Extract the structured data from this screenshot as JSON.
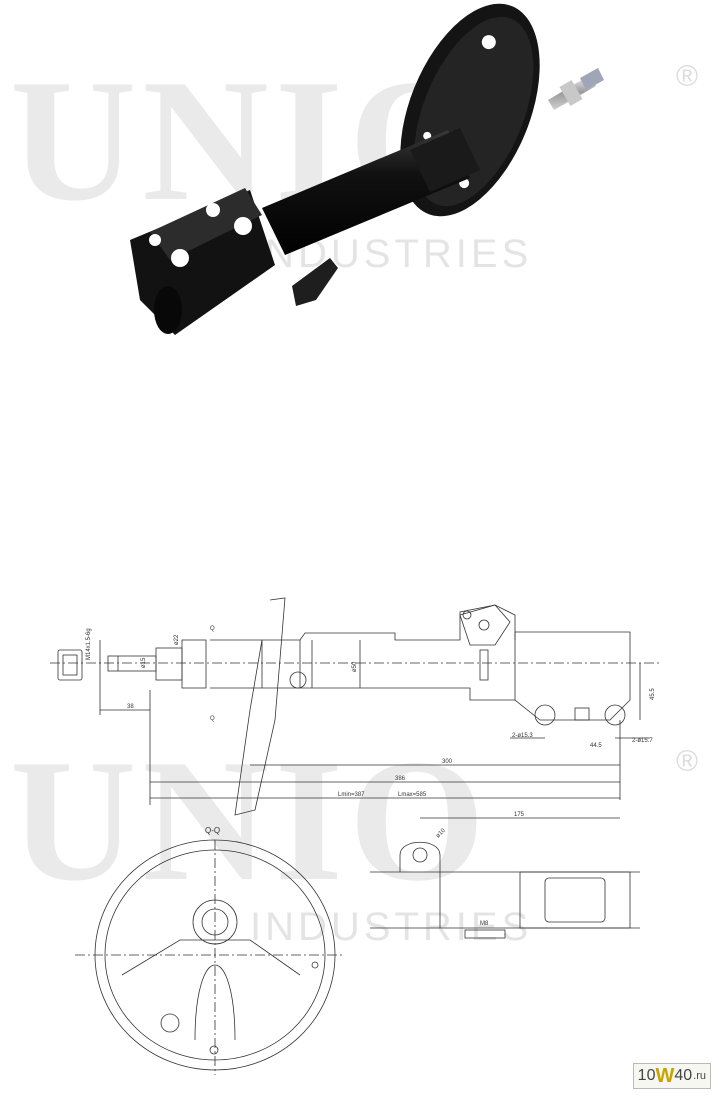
{
  "watermark": {
    "brand": "UNIO",
    "sub": "INDUSTRIES",
    "reg": "®"
  },
  "drawing": {
    "thread": "M14x1.5-6g",
    "rod_dia": "ø15",
    "dia_22": "ø22",
    "tube_dia": "ø50",
    "len_38": "38",
    "len_300": "300",
    "len_386": "386",
    "lmin": "Lmin=387",
    "lmax": "Lmax=585",
    "len_175": "175",
    "len_45_5": "45.5",
    "len_44_5": "44.5",
    "hole_15_3": "2-ø15.3",
    "hole_15_7": "2-ø15.7",
    "hole_10": "ø10",
    "m8": "M8",
    "section": "Q-Q",
    "q_top": "Q",
    "q_bottom": "Q"
  },
  "badge": {
    "prefix": "10",
    "mid": "W",
    "suffix": "40",
    "domain": ".ru"
  }
}
